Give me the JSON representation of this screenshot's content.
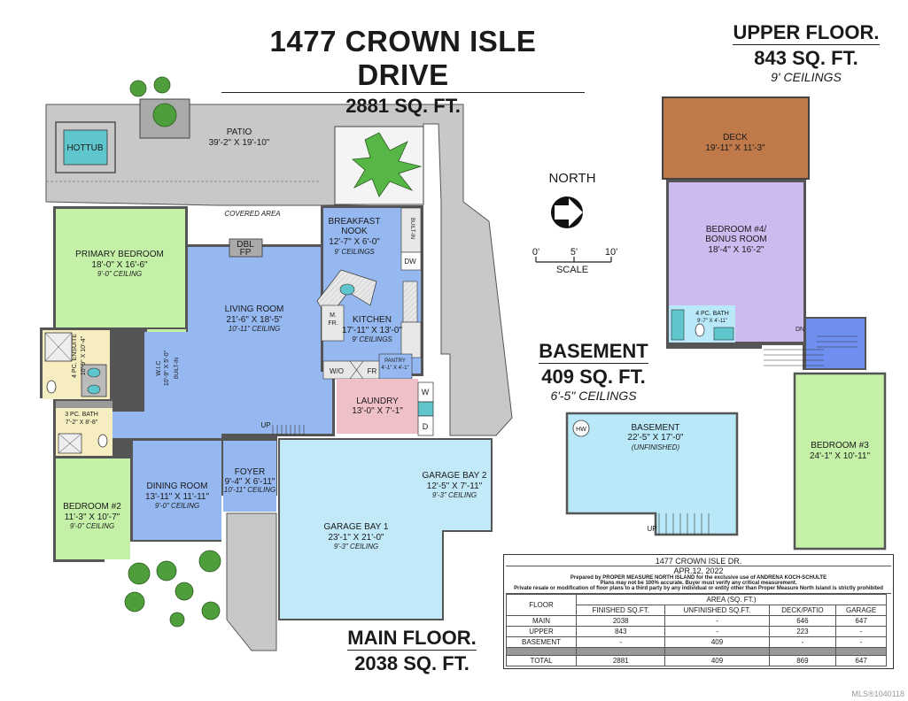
{
  "header": {
    "address": "1477 CROWN ISLE DRIVE",
    "total_area": "2881 SQ. FT."
  },
  "upper_floor": {
    "title": "UPPER FLOOR.",
    "area": "843 SQ. FT.",
    "ceiling": "9' CEILINGS",
    "rooms": {
      "deck": {
        "name": "DECK",
        "dims": "19'-11\" X 11'-3\""
      },
      "bedroom4": {
        "name1": "BEDROOM #4/",
        "name2": "BONUS ROOM",
        "dims": "18'-4\" X 16'-2\""
      },
      "bath": {
        "name": "4 PC. BATH",
        "dims": "9'-7\" X 4'-11\""
      },
      "bedroom3": {
        "name": "BEDROOM #3",
        "dims": "24'-1\" X 10'-11\""
      },
      "dn": "DN"
    }
  },
  "basement": {
    "title": "BASEMENT",
    "area": "409 SQ. FT.",
    "ceiling": "6'-5\" CEILINGS",
    "room": {
      "name": "BASEMENT",
      "dims": "22'-5\" X 17'-0\"",
      "note": "(UNFINISHED)"
    },
    "hw": "HW",
    "up": "UP"
  },
  "main_floor": {
    "title": "MAIN FLOOR.",
    "area": "2038 SQ. FT.",
    "rooms": {
      "hottub": "HOTTUB",
      "patio": {
        "name": "PATIO",
        "dims": "39'-2\" X 19'-10\""
      },
      "covered": "COVERED AREA",
      "dbl_fp": {
        "l1": "DBL",
        "l2": "FP"
      },
      "primary": {
        "name": "PRIMARY BEDROOM",
        "dims": "18'-0\" X 16'-6\"",
        "ceiling": "9'-0\" CEILING"
      },
      "living": {
        "name": "LIVING ROOM",
        "dims": "21'-6\" X 18'-5\"",
        "ceiling": "10'-11\" CEILING"
      },
      "breakfast": {
        "name1": "BREAKFAST",
        "name2": "NOOK",
        "dims": "12'-7\" X 6'-0\"",
        "ceiling": "9' CEILINGS"
      },
      "builtin": "BUILT-IN",
      "dw": "DW",
      "mfr": {
        "l1": "M.",
        "l2": "FR."
      },
      "kitchen": {
        "name": "KITCHEN",
        "dims": "17'-11\" X 13'-0\"",
        "ceiling": "9' CEILINGS"
      },
      "pantry": {
        "name": "PANTRY",
        "dims": "4'-1\" X 4'-1\""
      },
      "wo": "W/O",
      "fr": "FR",
      "ensuite": {
        "name": "4 PC. ENSUITE",
        "dims": "10'-9\" X 10'-4\""
      },
      "wic": {
        "name": "W.I.C",
        "dims": "10'-9\" X 5'-0\"",
        "builtin": "BUILT-IN"
      },
      "bath3": {
        "name": "3 PC. BATH",
        "dims": "7'-2\" X 8'-8\""
      },
      "bedroom2": {
        "name": "BEDROOM #2",
        "dims": "11'-3\" X 10'-7\"",
        "ceiling": "9'-0\" CEILING"
      },
      "dining": {
        "name": "DINING ROOM",
        "dims": "13'-11\" X 11'-11\"",
        "ceiling": "9'-0\" CEILING"
      },
      "foyer": {
        "name": "FOYER",
        "dims": "9'-4\" X 6'-11\"",
        "ceiling": "10'-11\" CEILING"
      },
      "laundry": {
        "name": "LAUNDRY",
        "dims": "13'-0\" X 7'-1\""
      },
      "w": "W",
      "d": "D",
      "up": "UP",
      "garage1": {
        "name": "GARAGE BAY 1",
        "dims": "23'-1\" X 21'-0\"",
        "ceiling": "9'-3\" CEILING"
      },
      "garage2": {
        "name": "GARAGE BAY 2",
        "dims": "12'-5\" X 7'-11\"",
        "ceiling": "9'-3\" CEILING"
      }
    }
  },
  "compass": {
    "label": "NORTH"
  },
  "scale": {
    "t0": "0'",
    "t5": "5'",
    "t10": "10'",
    "label": "SCALE"
  },
  "summary": {
    "address": "1477 CROWN ISLE DR.",
    "date": "APR.12, 2022",
    "prepared": "Prepared by PROPER MEASURE NORTH ISLAND for the exclusive use of ANDRENA KOCH-SCHULTE",
    "disclaimer1": "Plans may not be 100% accurate.  Buyer must verify any critical measurement.",
    "disclaimer2": "Private resale  or modification of floor plans to a third party by any individual or entity other than Proper Measure North Island is strictly prohibited",
    "floor_header": "FLOOR",
    "area_header": "AREA (SQ. FT.)",
    "columns": [
      "FINISHED SQ.FT.",
      "UNFINISHED SQ.FT.",
      "DECK/PATIO",
      "GARAGE"
    ],
    "rows": [
      {
        "floor": "MAIN",
        "values": [
          "2038",
          "-",
          "646",
          "647"
        ]
      },
      {
        "floor": "UPPER",
        "values": [
          "843",
          "-",
          "223",
          "-"
        ]
      },
      {
        "floor": "BASEMENT",
        "values": [
          "-",
          "409",
          "-",
          "-"
        ]
      }
    ],
    "total": {
      "floor": "TOTAL",
      "values": [
        "2881",
        "409",
        "869",
        "647"
      ]
    }
  },
  "watermark": "MLS®1040118",
  "colors": {
    "primary_bedroom": "#c4f0a8",
    "living": "#96b8f0",
    "bedroom4": "#cdbbf0",
    "basement": "#b9e9f8",
    "garage": "#c2e9f8",
    "deck": "#c07a4a",
    "patio": "#c8c8c8",
    "laundry": "#f0c0c8",
    "ensuite": "#f6eec0"
  }
}
